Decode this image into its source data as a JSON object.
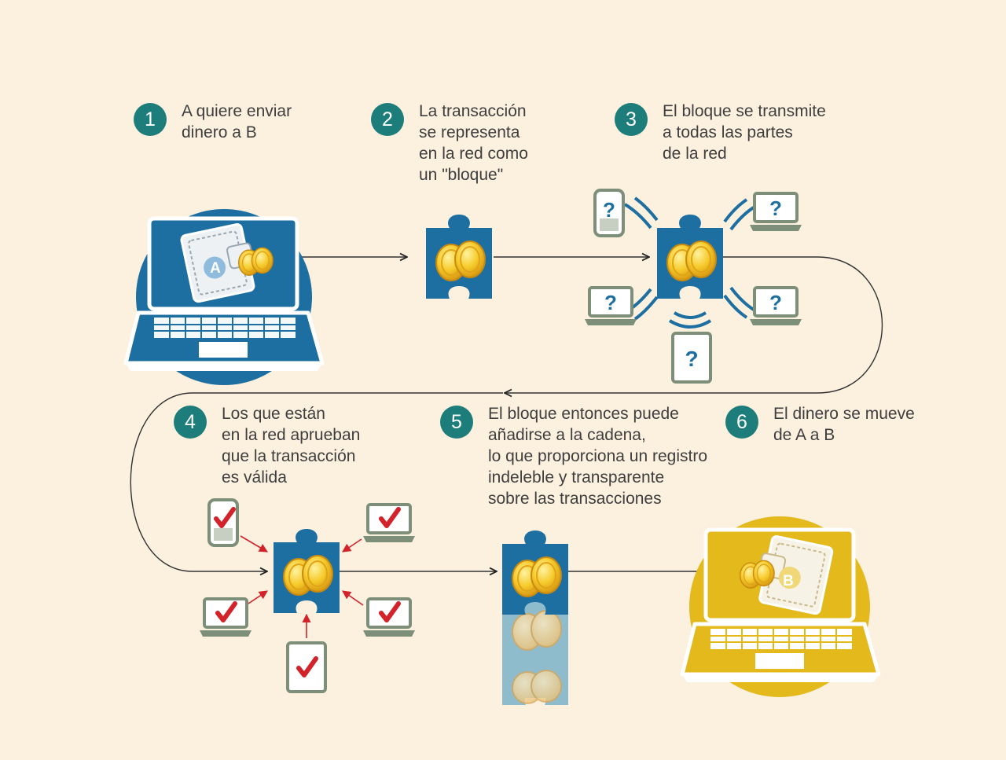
{
  "steps": [
    {
      "number": "1",
      "text": "A quiere enviar\ndinero a B"
    },
    {
      "number": "2",
      "text": "La transacción\nse representa\nen la red como\nun \"bloque\""
    },
    {
      "number": "3",
      "text": "El bloque se transmite\na todas las partes\nde la red"
    },
    {
      "number": "4",
      "text": "Los que están\nen la red aprueban\nque la transacción\nes válida"
    },
    {
      "number": "5",
      "text": "El bloque entonces puede\nañadirse a la cadena,\nlo que proporciona un registro\nindeleble y transparente\nsobre las transacciones"
    },
    {
      "number": "6",
      "text": "El dinero se mueve\nde A a B"
    }
  ],
  "wallet_a_label": "A",
  "wallet_b_label": "B",
  "question_mark": "?",
  "colors": {
    "background": "#fcf0df",
    "teal": "#1d7d7a",
    "blue": "#1c6fa0",
    "yellow": "#e3b91c",
    "device_gray": "#7d8f79",
    "check_red": "#d2232a",
    "faded_block": "#8fbccd"
  }
}
